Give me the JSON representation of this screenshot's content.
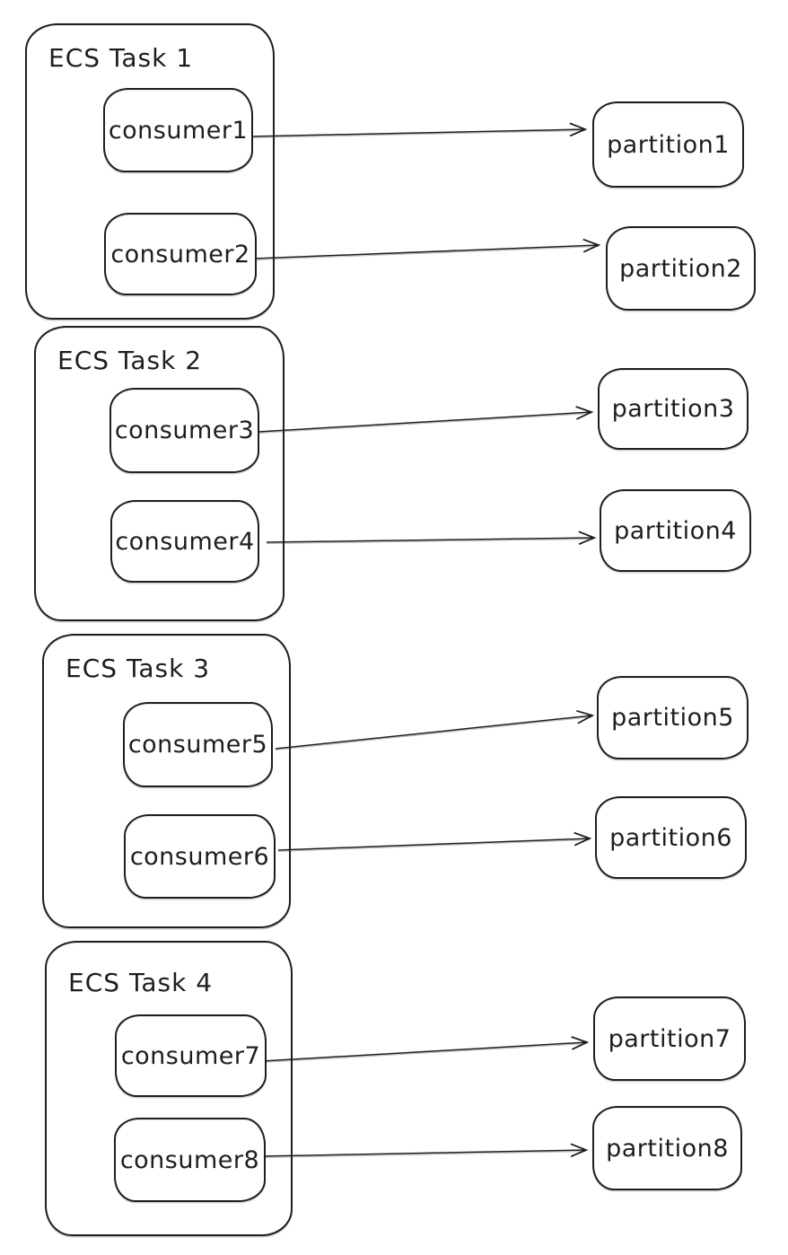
{
  "diagram": {
    "background_color": "#ffffff",
    "stroke_color": "#1e1e1e",
    "tasks": [
      {
        "label": "ECS Task 1",
        "consumers": [
          {
            "label": "consumer1"
          },
          {
            "label": "consumer2"
          }
        ]
      },
      {
        "label": "ECS Task 2",
        "consumers": [
          {
            "label": "consumer3"
          },
          {
            "label": "consumer4"
          }
        ]
      },
      {
        "label": "ECS Task 3",
        "consumers": [
          {
            "label": "consumer5"
          },
          {
            "label": "consumer6"
          }
        ]
      },
      {
        "label": "ECS Task 4",
        "consumers": [
          {
            "label": "consumer7"
          },
          {
            "label": "consumer8"
          }
        ]
      }
    ],
    "partitions": [
      {
        "label": "partition1"
      },
      {
        "label": "partition2"
      },
      {
        "label": "partition3"
      },
      {
        "label": "partition4"
      },
      {
        "label": "partition5"
      },
      {
        "label": "partition6"
      },
      {
        "label": "partition7"
      },
      {
        "label": "partition8"
      }
    ],
    "edges": [
      {
        "from": "consumer1",
        "to": "partition1"
      },
      {
        "from": "consumer2",
        "to": "partition2"
      },
      {
        "from": "consumer3",
        "to": "partition3"
      },
      {
        "from": "consumer4",
        "to": "partition4"
      },
      {
        "from": "consumer5",
        "to": "partition5"
      },
      {
        "from": "consumer6",
        "to": "partition6"
      },
      {
        "from": "consumer7",
        "to": "partition7"
      },
      {
        "from": "consumer8",
        "to": "partition8"
      }
    ]
  }
}
